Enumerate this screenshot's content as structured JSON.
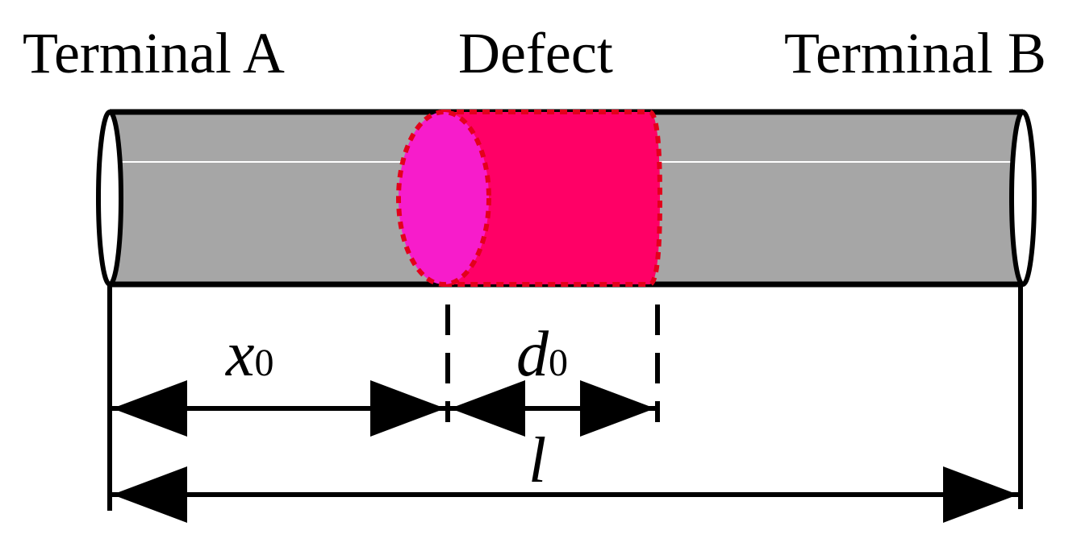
{
  "labels": {
    "terminal_a": "Terminal A",
    "defect": "Defect",
    "terminal_b": "Terminal B"
  },
  "dimensions": {
    "x0": {
      "symbol": "x",
      "subscript": "0"
    },
    "d0": {
      "symbol": "d",
      "subscript": "0"
    },
    "l": {
      "symbol": "l"
    }
  },
  "colors": {
    "cable": "#a6a6a6",
    "defect_body": "#ff0066",
    "defect_face": "#f71ccb",
    "defect_outline": "#e3001b",
    "lines": "#000000"
  }
}
